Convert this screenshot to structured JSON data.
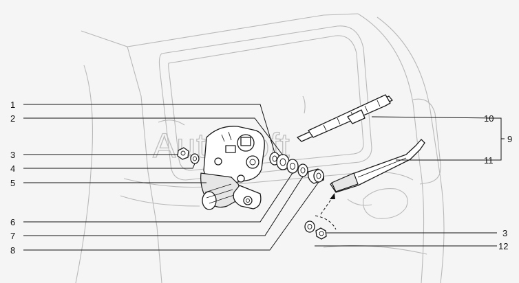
{
  "watermark": "AutoSoft",
  "callouts": {
    "c1": "1",
    "c2": "2",
    "c3_left": "3",
    "c4": "4",
    "c5": "5",
    "c6": "6",
    "c7": "7",
    "c8": "8",
    "c10": "10",
    "c9": "9",
    "c11": "11",
    "c3_right": "3",
    "c12": "12"
  }
}
